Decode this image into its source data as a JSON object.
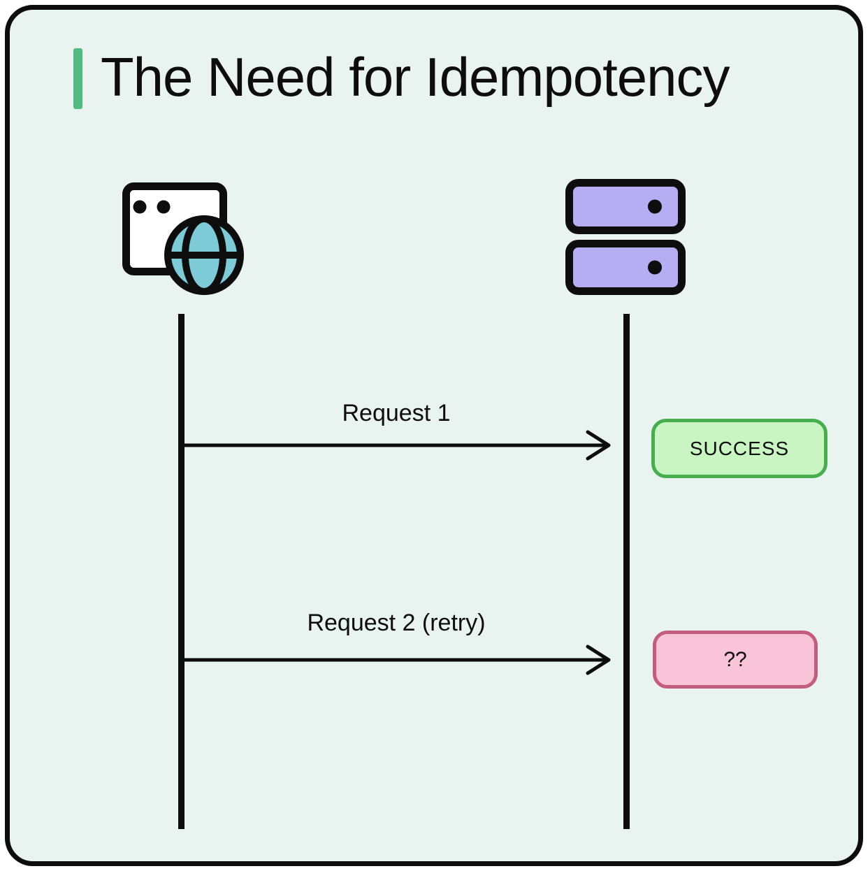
{
  "diagram": {
    "title": "The Need for Idempotency",
    "actors": [
      {
        "id": "client",
        "icon": "browser-globe-icon"
      },
      {
        "id": "server",
        "icon": "server-stack-icon"
      }
    ],
    "messages": [
      {
        "label": "Request 1",
        "result": {
          "label": "SUCCESS",
          "status": "success"
        }
      },
      {
        "label": "Request 2 (retry)",
        "result": {
          "label": "??",
          "status": "unknown"
        }
      }
    ]
  },
  "colors": {
    "panel-bg": "#e9f3ef",
    "ink": "#0d0d0d",
    "accent": "#52bb84",
    "teal": "#7ecbd8",
    "purple": "#b6aef2",
    "success-bg": "#c9f5c2",
    "success-border": "#46ae4d",
    "fail-bg": "#f9c4d7",
    "fail-border": "#c45c7e"
  }
}
